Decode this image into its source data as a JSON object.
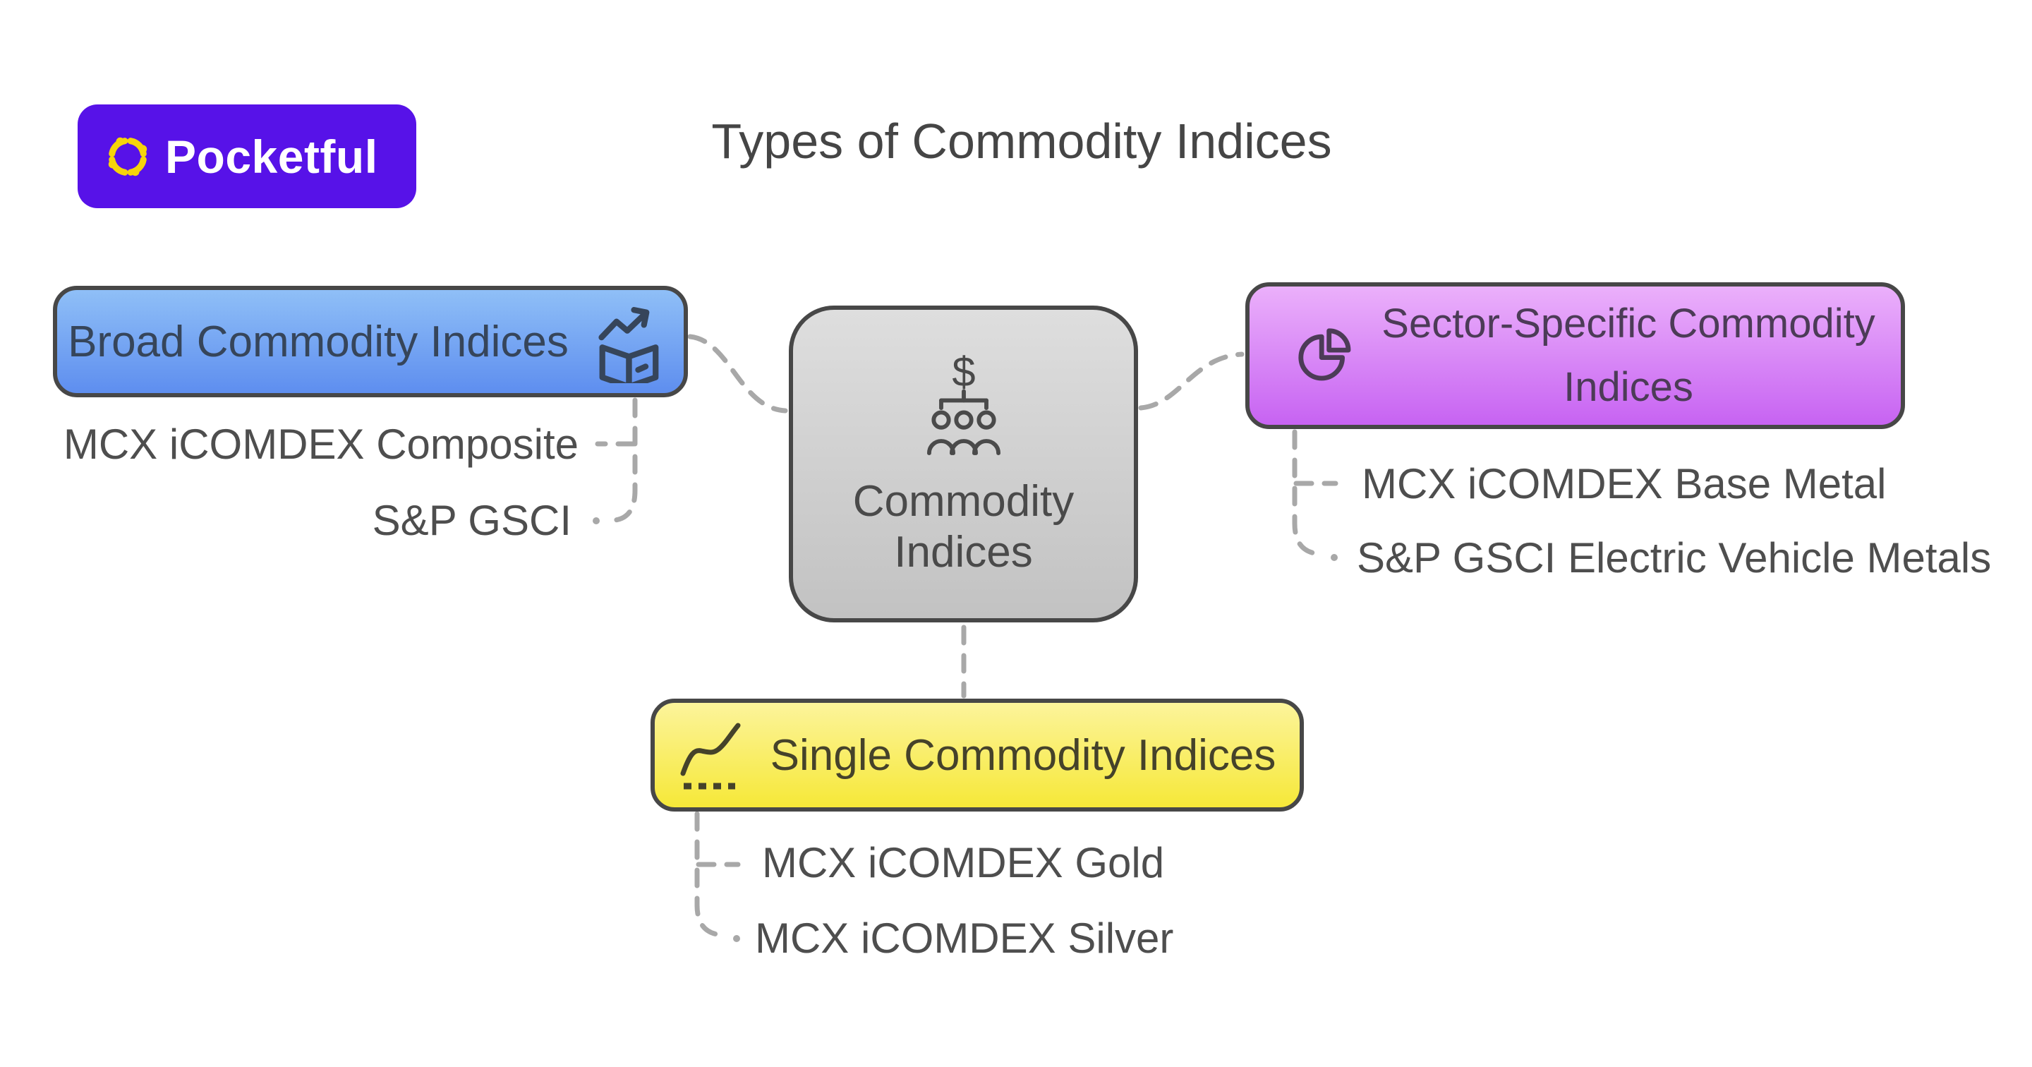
{
  "page": {
    "title": "Types of Commodity Indices"
  },
  "logo": {
    "name": "Pocketful",
    "icon": "pocketful-flower-icon"
  },
  "center_node": {
    "lines": [
      "Commodity",
      "Indices"
    ],
    "icon": "dollar-hierarchy-icon"
  },
  "branches": {
    "broad": {
      "label": "Broad Commodity Indices",
      "icon": "open-box-arrow-icon",
      "children": [
        "MCX iCOMDEX Composite",
        "S&P GSCI"
      ]
    },
    "sector": {
      "label": "Sector-Specific Commodity Indices",
      "lines": [
        "Sector-Specific Commodity",
        "Indices"
      ],
      "icon": "pie-chart-icon",
      "children": [
        "MCX iCOMDEX Base Metal",
        "S&P GSCI Electric Vehicle Metals"
      ]
    },
    "single": {
      "label": "Single Commodity Indices",
      "icon": "line-chart-icon",
      "children": [
        "MCX iCOMDEX Gold",
        "MCX iCOMDEX Silver"
      ]
    }
  },
  "colors": {
    "logo_background": "#5712E8",
    "logo_icon_yellow": "#F6D40A",
    "title_text": "#454545",
    "node_border": "#474747",
    "connector_gray": "#A8A8A8",
    "sub_label_text": "#4E4E4E",
    "center_gradient_top": "#DEDEDE",
    "center_gradient_bottom": "#C2C2C2",
    "broad_gradient_top": "#8FBFF7",
    "broad_gradient_bottom": "#5E8EEF",
    "sector_gradient_top": "#EBB0FB",
    "sector_gradient_bottom": "#C763F2",
    "single_gradient_top": "#FCF49B",
    "single_gradient_bottom": "#F6E838"
  }
}
